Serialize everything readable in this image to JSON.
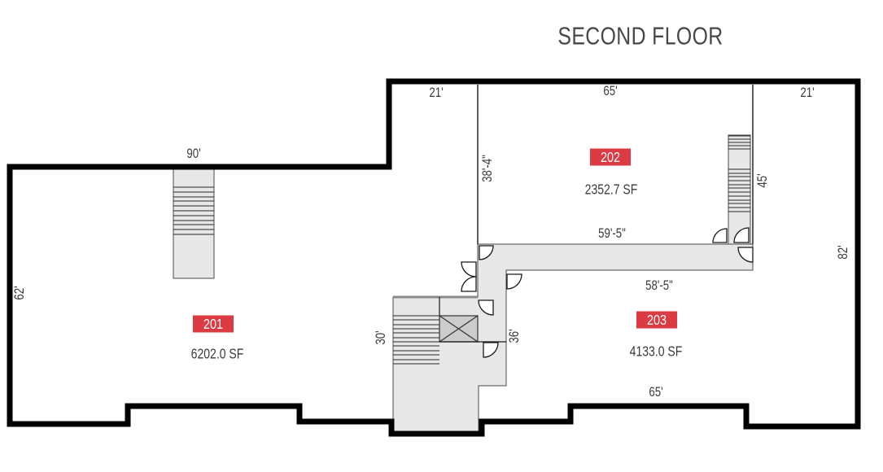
{
  "title": "SECOND FLOOR",
  "colors": {
    "accent_red": "#dd3b43",
    "floor_gray": "#e7e7e7",
    "elevator_gray": "#cccccc",
    "wall_black": "#000000",
    "label_gray": "#3a3a3a"
  },
  "rooms": {
    "r201": {
      "badge": "201",
      "area": "6202.0 SF"
    },
    "r202": {
      "badge": "202",
      "area": "2352.7 SF"
    },
    "r203": {
      "badge": "203",
      "area": "4133.0 SF"
    }
  },
  "dims": {
    "top_left": "21'",
    "top_mid": "65'",
    "top_right": "21'",
    "left_upper": "90'",
    "left_side": "62'",
    "wall_202": "38'-4\"",
    "stair_right": "45'",
    "right_side": "82'",
    "corridor_upper": "59'-5\"",
    "corridor_lower": "58'-5\"",
    "stair_center": "30'",
    "lobby_center": "36'",
    "bottom_right": "65'"
  }
}
